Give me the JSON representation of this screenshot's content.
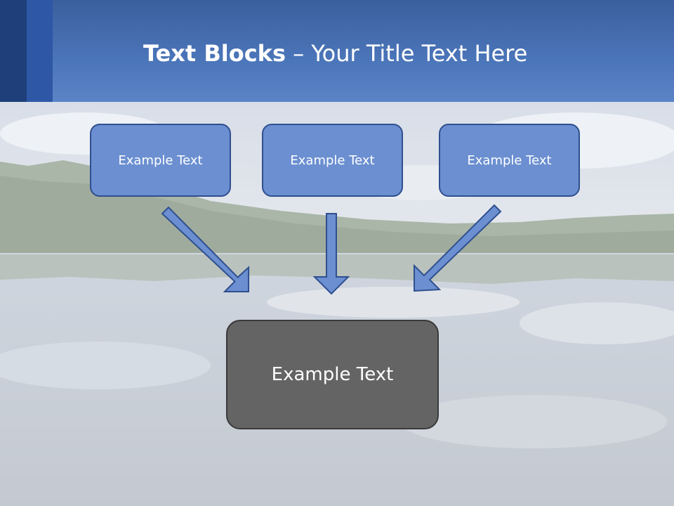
{
  "title": {
    "bold": "Text Blocks",
    "dash": " – ",
    "rest": "Your Title Text Here"
  },
  "boxes": [
    {
      "label": "Example Text"
    },
    {
      "label": "Example Text"
    },
    {
      "label": "Example Text"
    }
  ],
  "result": {
    "label": "Example Text"
  },
  "colors": {
    "header": "#4a74b8",
    "box_fill": "#6b8fd0",
    "box_border": "#2f4f8f",
    "result_fill": "#646464",
    "arrow_fill": "#6b8fd0"
  }
}
